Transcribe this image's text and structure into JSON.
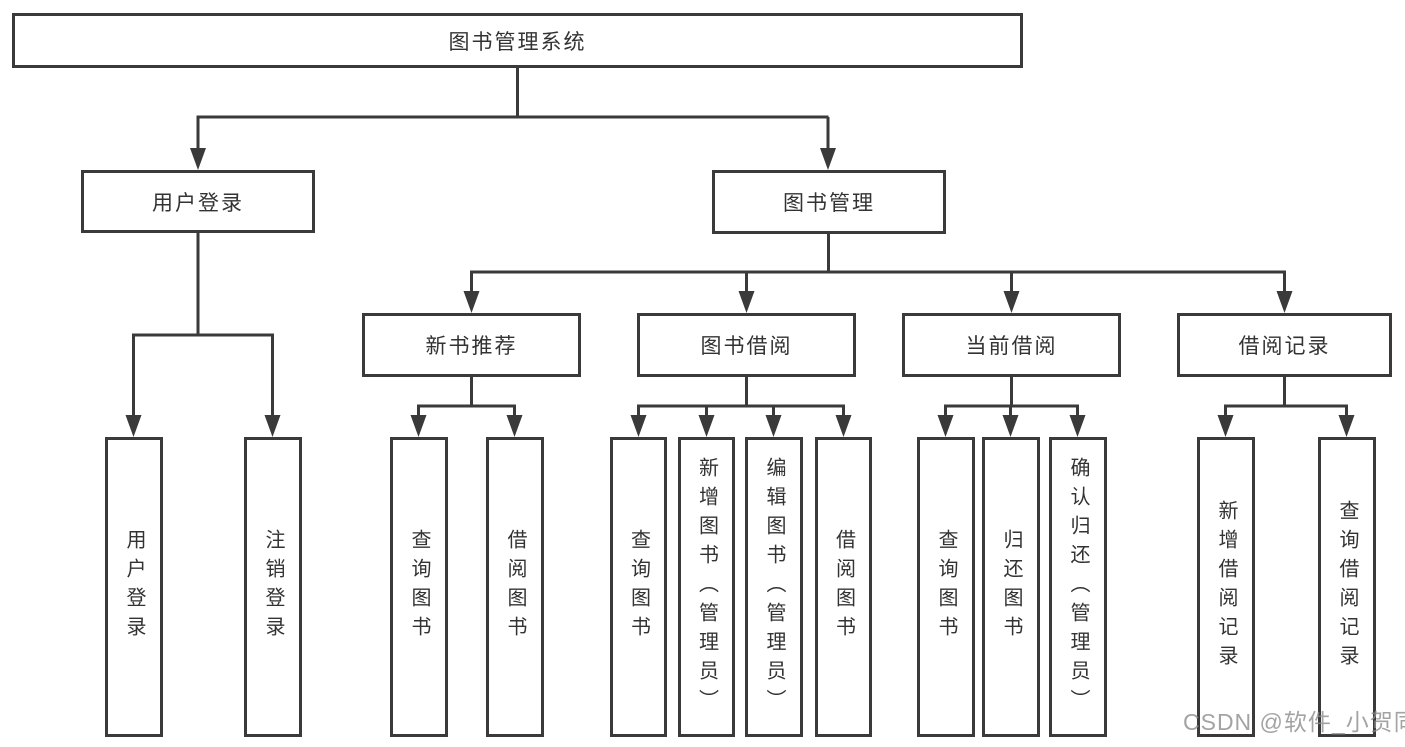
{
  "tree": {
    "label": "图书管理系统",
    "children": [
      {
        "label": "用户登录",
        "children": [
          {
            "label": "用户登录"
          },
          {
            "label": "注销登录"
          }
        ]
      },
      {
        "label": "图书管理",
        "children": [
          {
            "label": "新书推荐",
            "children": [
              {
                "label": "查询图书"
              },
              {
                "label": "借阅图书"
              }
            ]
          },
          {
            "label": "图书借阅",
            "children": [
              {
                "label": "查询图书"
              },
              {
                "label": "新增图书（管理员）"
              },
              {
                "label": "编辑图书（管理员）"
              },
              {
                "label": "借阅图书"
              }
            ]
          },
          {
            "label": "当前借阅",
            "children": [
              {
                "label": "查询图书"
              },
              {
                "label": "归还图书"
              },
              {
                "label": "确认归还（管理员）"
              }
            ]
          },
          {
            "label": "借阅记录",
            "children": [
              {
                "label": "新增借阅记录"
              },
              {
                "label": "查询借阅记录"
              }
            ]
          }
        ]
      }
    ]
  },
  "watermark": {
    "text": "CSDN @软件_小贺同学"
  },
  "colors": {
    "line": "#3a3a3a",
    "border": "#3a3a3a",
    "text": "#333333",
    "watermark": "#8c8c8c",
    "background": "#ffffff"
  }
}
